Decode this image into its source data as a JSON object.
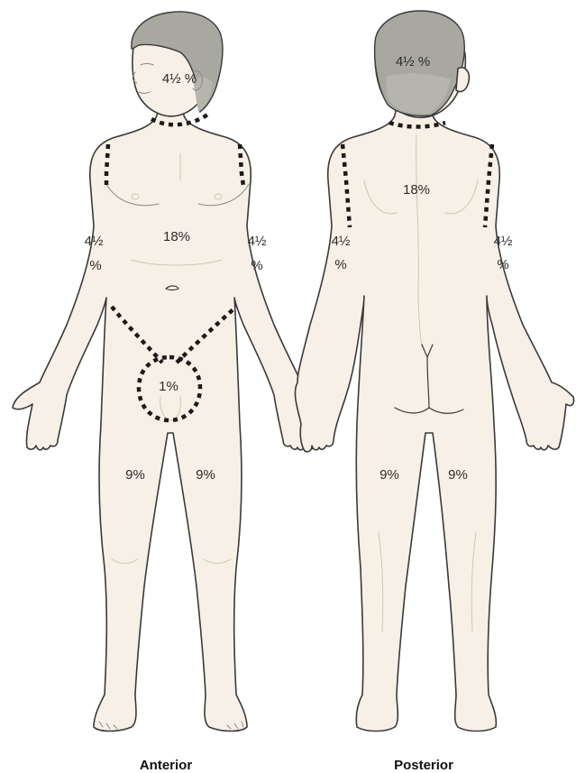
{
  "labels": {
    "anterior_head": "4½ %",
    "anterior_trunk": "18%",
    "anterior_arm_right_line1": "4½",
    "anterior_arm_right_line2": "%",
    "anterior_arm_left_line1": "4½",
    "anterior_arm_left_line2": "%",
    "anterior_genitals": "1%",
    "anterior_leg_right": "9%",
    "anterior_leg_left": "9%",
    "posterior_head": "4½ %",
    "posterior_trunk": "18%",
    "posterior_arm_left_line1": "4½",
    "posterior_arm_left_line2": "%",
    "posterior_arm_right_line1": "4½",
    "posterior_arm_right_line2": "%",
    "posterior_leg_left": "9%",
    "posterior_leg_right": "9%"
  },
  "captions": {
    "anterior": "Anterior",
    "posterior": "Posterior"
  },
  "colors": {
    "skin": "#f7f0e6",
    "hair": "#a8a8a0",
    "outline": "#3a3a3a",
    "zone_boundary": "#1a1a1a"
  }
}
